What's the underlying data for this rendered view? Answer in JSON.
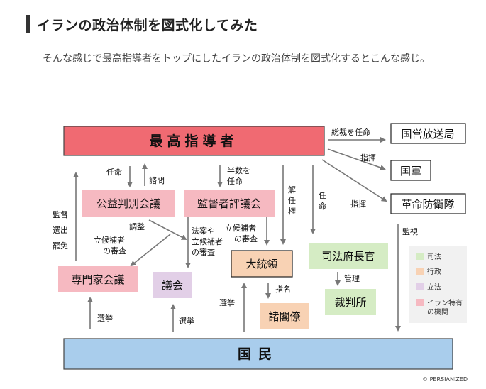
{
  "heading": "イランの政治体制を図式化してみた",
  "intro": "そんな感じで最高指導者をトップにしたイランの政治体制を図式化するとこんな感じ。",
  "diagram": {
    "nodes": {
      "supreme_leader": "最高指導者",
      "broadcasting": "国営放送局",
      "army": "国軍",
      "irgc": "革命防衛隊",
      "expediency": "公益判別会議",
      "guardian": "監督者評議会",
      "experts": "専門家会議",
      "parliament": "議会",
      "president": "大統領",
      "cabinet": "諸閣僚",
      "judiciary_head": "司法府長官",
      "courts": "裁判所",
      "people": "国民"
    },
    "labels": {
      "appoint_head": "総裁を任命",
      "command_army": "指揮",
      "command_irgc": "指揮",
      "appoint": "任命",
      "consult": "諮問",
      "half_appoint_1": "半数を",
      "half_appoint_2": "任命",
      "dismiss_1": "解",
      "dismiss_2": "任",
      "dismiss_3": "権",
      "appoint_v_1": "任",
      "appoint_v_2": "命",
      "supervise_1": "監督",
      "supervise_2": "選出",
      "supervise_3": "罷免",
      "coordinate": "調整",
      "candidate_1_a": "立候補者",
      "candidate_1_b": "の審査",
      "candidate_2_a": "立候補者",
      "candidate_2_b": "の審査",
      "law_review_a": "法案や",
      "law_review_b": "立候補者",
      "law_review_c": "の審査",
      "monitor": "監視",
      "nominate": "指名",
      "manage": "管理",
      "elect_1": "選挙",
      "elect_2": "選挙",
      "elect_3": "選挙"
    },
    "legend": [
      {
        "label": "司法",
        "color": "#d5ecc4"
      },
      {
        "label": "行政",
        "color": "#f8d2b4"
      },
      {
        "label": "立法",
        "color": "#e2cfe7"
      },
      {
        "label": "イラン特有の機関",
        "label_1": "イラン特有",
        "label_2": "の機関",
        "color": "#f6b9c1"
      }
    ],
    "credit": "© PERSIANIZED"
  }
}
